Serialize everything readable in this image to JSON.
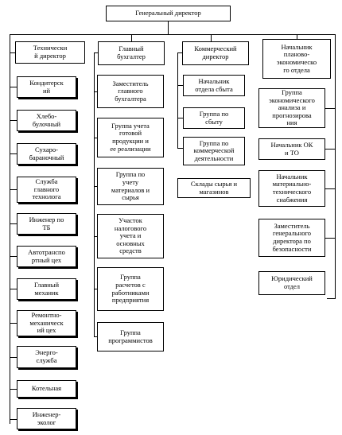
{
  "top": "Генеральный директор",
  "col1": {
    "head": "Технически\nй директор",
    "items": [
      "Кондитерск\nий",
      "Хлебо-\nбулочный",
      "Сухаро-\nбараночный",
      "Служба\nглавного\nтехнолога",
      "Инженер по\nТБ",
      "Автотранспо\nртный цех",
      "Главный\nмеханик",
      "Ремонтно-\nмеханическ\nий цех",
      "Энерго-\nслужба",
      "Котельная",
      "Инженер-\nэколог"
    ]
  },
  "col2": {
    "head": "Главный\nбухгалтер",
    "items": [
      "Заместитель\nглавного\nбухгалтера",
      "Группа учета\nготовой\nпродукции и\nее реализации",
      "Группа по\nучету\nматериалов и\nсырья",
      "Участок\nналогового\nучета и\nосновных\nсредств",
      "Группа\nрасчетов с\nработниками\nпредприятия",
      "Группа\nпрограммистов"
    ]
  },
  "col3": {
    "head": "Коммерческий\nдиректор",
    "items": [
      "Начальник\nотдела сбыта",
      "Группа по\nсбыту",
      "Группа по\nкоммерческой\nдеятельности"
    ],
    "extra": "Склады сырья и\nмагазинов"
  },
  "col4": {
    "head": "Начальник\nпланово-\nэкономическо\nго отдела",
    "items": [
      "Группа\nэкономического\nанализа и\nпрогнозирова\nния",
      "Начальник ОК\nи ТО",
      "Начальник\nматериально-\nтехнического\nснабжения",
      "Заместитель\nгенерального\nдиректора по\nбезопасности",
      "Юридический\nотдел"
    ]
  }
}
